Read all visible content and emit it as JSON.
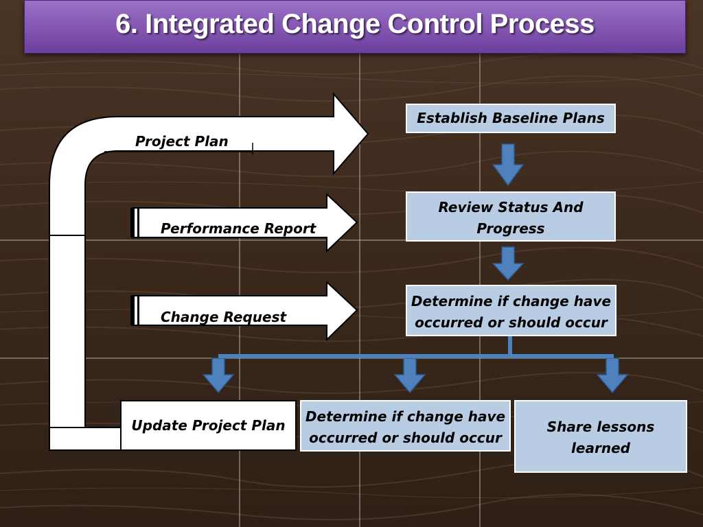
{
  "slide": {
    "title": "6. Integrated Change Control Process"
  },
  "inputs": {
    "project_plan": "Project Plan",
    "performance_report": "Performance Report",
    "change_request": "Change Request"
  },
  "steps": {
    "establish": "Establish Baseline Plans",
    "review_line1": "Review Status And",
    "review_line2": "Progress",
    "determine_line1": "Determine if change have",
    "determine_line2": "occurred  or should occur"
  },
  "outcomes": {
    "update_plan": "Update Project Plan",
    "determine_line1": "Determine if change have",
    "determine_line2": "occurred  or should occur",
    "share_line1": "Share lessons",
    "share_line2": "learned"
  },
  "colors": {
    "title_bar": "#7b4fae",
    "box_fill": "#b8cce4",
    "flow_arrow": "#4f81bd",
    "wood": "#3d2a1e"
  }
}
